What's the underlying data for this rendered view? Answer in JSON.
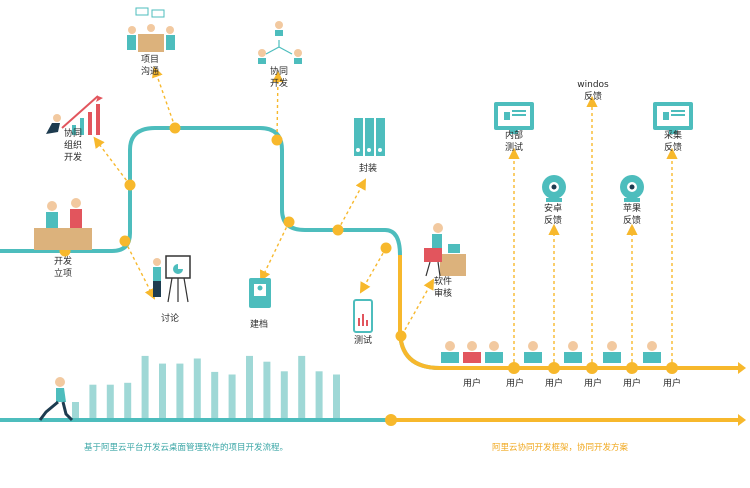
{
  "colors": {
    "teal": "#4dbdbd",
    "orange": "#f7b82c",
    "bar": "#9fd8d6",
    "caption_left": "#3aa6a6",
    "caption_right": "#f0a81f",
    "skin": "#f2c9a0",
    "red": "#e2555d",
    "desk": "#dcb27c"
  },
  "nodes": {
    "project_comm": [
      "项目",
      "沟通"
    ],
    "collab_dev": [
      "协同",
      "开发"
    ],
    "org_dev": [
      "协同",
      "组织",
      "开发"
    ],
    "package": [
      "封装"
    ],
    "dev_start": [
      "开发",
      "立项"
    ],
    "discuss": [
      "讨论"
    ],
    "archive": [
      "建档"
    ],
    "test": [
      "测试"
    ],
    "review": [
      "软件",
      "审核"
    ],
    "internal_test": [
      "内部",
      "测试"
    ],
    "windows_feedback": [
      "windos",
      "反馈"
    ],
    "android_feedback": [
      "安卓",
      "反馈"
    ],
    "apple_feedback": [
      "苹果",
      "反馈"
    ],
    "collect_feedback": [
      "采集",
      "反馈"
    ]
  },
  "user_labels": [
    "用户",
    "用户",
    "用户",
    "用户",
    "用户",
    "用户"
  ],
  "bar_levels": [
    0.25,
    0.52,
    0.52,
    0.55,
    0.97,
    0.85,
    0.85,
    0.93,
    0.72,
    0.68,
    0.97,
    0.88,
    0.73,
    0.97,
    0.73,
    0.68
  ],
  "captions": {
    "left": "基于阿里云平台开发云桌面管理软件的项目开发流程。",
    "right": "阿里云协同开发框架，协同开发方案"
  }
}
